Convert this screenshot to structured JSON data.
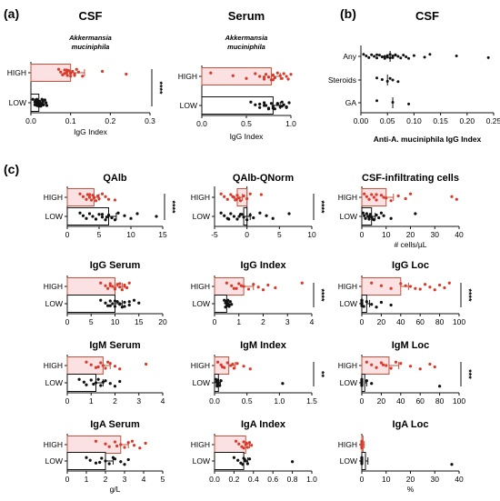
{
  "figure": {
    "panel_a_label": "(a)",
    "panel_b_label": "(b)",
    "panel_c_label": "(c)",
    "colors": {
      "high": "#d93a2b",
      "high_fill": "#fbe1e1",
      "high_edge": "#c94f3a",
      "low": "#111111",
      "axis": "#111111"
    },
    "footer_a_text": "Akkermansia muciniphila"
  },
  "chart_data": [
    {
      "id": "a-csf",
      "type": "bar",
      "title": "CSF",
      "subtitle": "Akkermansia muciniphila",
      "xlabel": "IgG Index",
      "categories": [
        "HIGH",
        "LOW"
      ],
      "xlim": [
        0,
        0.3
      ],
      "xticks": [
        0,
        0.1,
        0.2,
        0.3
      ],
      "xticklabels": [
        "0.0",
        "0.1",
        "0.2",
        "0.3"
      ],
      "values": [
        0.1,
        0.02
      ],
      "errors": [
        0.035,
        0.01
      ],
      "significance": "****",
      "points_high": [
        0.07,
        0.075,
        0.08,
        0.085,
        0.09,
        0.092,
        0.095,
        0.1,
        0.1,
        0.105,
        0.11,
        0.115,
        0.12,
        0.08,
        0.09,
        0.1,
        0.11,
        0.095,
        0.085,
        0.13,
        0.18,
        0.24
      ],
      "points_low": [
        0.005,
        0.01,
        0.01,
        0.012,
        0.015,
        0.015,
        0.018,
        0.02,
        0.02,
        0.022,
        0.025,
        0.028,
        0.03,
        0.032,
        0.035,
        0.038,
        0.04,
        0.012,
        0.018,
        0.025,
        0.03,
        0.02,
        0.015,
        0.022,
        0.028,
        0.035
      ]
    },
    {
      "id": "a-serum",
      "type": "bar",
      "title": "Serum",
      "subtitle": "Akkermansia muciniphila",
      "xlabel": "IgG Index",
      "categories": [
        "HIGH",
        "LOW"
      ],
      "xlim": [
        0,
        1.0
      ],
      "xticks": [
        0,
        0.5,
        1.0
      ],
      "xticklabels": [
        "0.0",
        "0.5",
        "1.0"
      ],
      "values": [
        0.78,
        0.8
      ],
      "errors": [
        0.1,
        0.08
      ],
      "significance": "",
      "points_high": [
        0.1,
        0.35,
        0.5,
        0.6,
        0.65,
        0.7,
        0.72,
        0.75,
        0.78,
        0.8,
        0.82,
        0.85,
        0.88,
        0.9,
        0.92,
        0.95,
        0.97,
        1.0,
        0.7,
        0.8
      ],
      "points_low": [
        0.55,
        0.6,
        0.65,
        0.7,
        0.72,
        0.75,
        0.78,
        0.8,
        0.82,
        0.85,
        0.88,
        0.9,
        0.92,
        0.95,
        0.98,
        0.7,
        0.8,
        0.85,
        0.9,
        0.75,
        0.65,
        0.95
      ]
    },
    {
      "id": "b",
      "type": "scatter",
      "title": "CSF",
      "xlabel": "Anti-A. muciniphila IgG Index",
      "categories": [
        "Any",
        "Steroids",
        "GA"
      ],
      "xlim": [
        0,
        0.25
      ],
      "xticks": [
        0,
        0.05,
        0.1,
        0.15,
        0.2,
        0.25
      ],
      "xticklabels": [
        "0.00",
        "0.05",
        "0.10",
        "0.15",
        "0.20",
        "0.25"
      ],
      "medians": [
        0.055,
        0.05,
        0.06
      ],
      "points": [
        [
          0.005,
          0.01,
          0.015,
          0.02,
          0.025,
          0.03,
          0.035,
          0.04,
          0.045,
          0.05,
          0.05,
          0.055,
          0.06,
          0.06,
          0.065,
          0.07,
          0.075,
          0.08,
          0.085,
          0.09,
          0.1,
          0.12,
          0.13,
          0.18,
          0.24,
          0.03,
          0.045,
          0.055,
          0.065,
          0.04
        ],
        [
          0.03,
          0.04,
          0.05,
          0.055,
          0.06,
          0.07
        ],
        [
          0.03,
          0.06,
          0.09
        ]
      ]
    },
    {
      "id": "c1",
      "type": "bar",
      "title": "QAlb",
      "xlabel": "",
      "categories": [
        "HIGH",
        "LOW"
      ],
      "xlim": [
        0,
        15
      ],
      "xticks": [
        0,
        5,
        10,
        15
      ],
      "xticklabels": [
        "0",
        "5",
        "10",
        "15"
      ],
      "values": [
        4.2,
        6.5
      ],
      "errors": [
        0.8,
        1.2
      ],
      "significance": "****",
      "points_high": [
        2,
        2.5,
        3,
        3.2,
        3.5,
        3.8,
        4,
        4.2,
        4.5,
        4.8,
        5,
        5.5,
        6,
        6.5,
        3.5,
        4.2,
        7.5
      ],
      "points_low": [
        2,
        2.5,
        3,
        3.5,
        4,
        4.5,
        5,
        5.5,
        6,
        6.5,
        7,
        8,
        9,
        10,
        11,
        14,
        4.5,
        5.5,
        6.2,
        7.5
      ]
    },
    {
      "id": "c2",
      "type": "bar",
      "title": "QAlb-QNorm",
      "xlabel": "",
      "categories": [
        "HIGH",
        "LOW"
      ],
      "xlim": [
        -5,
        10
      ],
      "xticks": [
        -5,
        0,
        5,
        10
      ],
      "xticklabels": [
        "-5",
        "0",
        "5",
        "10"
      ],
      "values": [
        -1.5,
        -0.5
      ],
      "errors": [
        0.8,
        1.0
      ],
      "significance": "****",
      "points_high": [
        -4,
        -3.5,
        -3,
        -2.5,
        -2,
        -1.8,
        -1.5,
        -1.2,
        -1,
        -0.5,
        0,
        0.5,
        -2.2,
        -1.6,
        2.2
      ],
      "points_low": [
        -4,
        -3.5,
        -3,
        -2.5,
        -2,
        -1.5,
        -1,
        -0.5,
        0,
        0.5,
        1,
        2,
        3,
        4,
        6.5,
        -1.2,
        -2.8,
        -0.8
      ]
    },
    {
      "id": "c3",
      "type": "bar",
      "title": "CSF-infiltrating cells",
      "xlabel": "# cells/µL",
      "categories": [
        "HIGH",
        "LOW"
      ],
      "xlim": [
        0,
        40
      ],
      "xticks": [
        0,
        10,
        20,
        30,
        40
      ],
      "xticklabels": [
        "0",
        "10",
        "20",
        "30",
        "40"
      ],
      "values": [
        10,
        4
      ],
      "errors": [
        3,
        1.5
      ],
      "significance": "",
      "points_high": [
        1,
        2,
        3,
        4,
        5,
        6,
        8,
        10,
        12,
        15,
        18,
        20,
        37,
        39,
        6,
        9
      ],
      "points_low": [
        0.5,
        1,
        1.5,
        2,
        2.5,
        3,
        3.5,
        4,
        5,
        6,
        7,
        8,
        9,
        12,
        22,
        3,
        4.5
      ]
    },
    {
      "id": "c4",
      "type": "bar",
      "title": "IgG Serum",
      "xlabel": "",
      "categories": [
        "HIGH",
        "LOW"
      ],
      "xlim": [
        0,
        20
      ],
      "xticks": [
        0,
        5,
        10,
        15,
        20
      ],
      "xticklabels": [
        "0",
        "5",
        "10",
        "15",
        "20"
      ],
      "values": [
        10,
        10
      ],
      "errors": [
        1.5,
        1.5
      ],
      "significance": "",
      "points_high": [
        7,
        8,
        8.5,
        9,
        9.5,
        10,
        10.5,
        11,
        11.5,
        12,
        12.5,
        13,
        9,
        10,
        11,
        12
      ],
      "points_low": [
        7,
        8,
        8.5,
        9,
        9.5,
        10,
        10.5,
        11,
        11.5,
        12,
        13,
        14,
        15,
        9,
        10,
        11,
        12,
        13
      ]
    },
    {
      "id": "c5",
      "type": "bar",
      "title": "IgG Index",
      "xlabel": "",
      "categories": [
        "HIGH",
        "LOW"
      ],
      "xlim": [
        0,
        4
      ],
      "xticks": [
        0,
        1,
        2,
        3,
        4
      ],
      "xticklabels": [
        "0",
        "1",
        "2",
        "3",
        "4"
      ],
      "values": [
        1.2,
        0.5
      ],
      "errors": [
        0.4,
        0.1
      ],
      "significance": "****",
      "points_high": [
        0.5,
        0.7,
        0.9,
        1.0,
        1.2,
        1.4,
        1.6,
        1.8,
        2.0,
        2.2,
        2.5,
        3.6,
        1.1,
        0.8
      ],
      "points_low": [
        0.4,
        0.45,
        0.5,
        0.5,
        0.55,
        0.6,
        0.65,
        0.7,
        0.45,
        0.5,
        0.6,
        0.55
      ]
    },
    {
      "id": "c6",
      "type": "bar",
      "title": "IgG Loc",
      "xlabel": "",
      "categories": [
        "HIGH",
        "LOW"
      ],
      "xlim": [
        0,
        100
      ],
      "xticks": [
        0,
        20,
        40,
        60,
        80,
        100
      ],
      "xticklabels": [
        "0",
        "20",
        "40",
        "60",
        "80",
        "100"
      ],
      "values": [
        40,
        5
      ],
      "errors": [
        8,
        3
      ],
      "significance": "****",
      "points_high": [
        10,
        20,
        30,
        40,
        50,
        60,
        65,
        70,
        75,
        80,
        85,
        90,
        45,
        55
      ],
      "points_low": [
        0,
        0,
        0,
        0,
        0,
        2,
        5,
        10,
        15,
        20,
        30,
        0,
        0
      ]
    },
    {
      "id": "c7",
      "type": "bar",
      "title": "IgM Serum",
      "xlabel": "",
      "categories": [
        "HIGH",
        "LOW"
      ],
      "xlim": [
        0,
        4
      ],
      "xticks": [
        0,
        1,
        2,
        3,
        4
      ],
      "xticklabels": [
        "0",
        "1",
        "2",
        "3",
        "4"
      ],
      "values": [
        1.5,
        1.2
      ],
      "errors": [
        0.3,
        0.3
      ],
      "significance": "",
      "points_high": [
        0.8,
        1.0,
        1.2,
        1.4,
        1.5,
        1.6,
        1.8,
        2.0,
        2.2,
        3.3,
        1.3,
        1.7
      ],
      "points_low": [
        0.5,
        0.7,
        0.8,
        1.0,
        1.2,
        1.4,
        1.6,
        1.8,
        2.0,
        2.2,
        1.1,
        1.3,
        1.5
      ]
    },
    {
      "id": "c8",
      "type": "bar",
      "title": "IgM Index",
      "xlabel": "",
      "categories": [
        "HIGH",
        "LOW"
      ],
      "xlim": [
        0,
        1.5
      ],
      "xticks": [
        0,
        0.5,
        1.0,
        1.5
      ],
      "xticklabels": [
        "0.0",
        "0.5",
        "1.0",
        "1.5"
      ],
      "values": [
        0.22,
        0.06
      ],
      "errors": [
        0.1,
        0.03
      ],
      "significance": "**",
      "points_high": [
        0.05,
        0.1,
        0.15,
        0.2,
        0.25,
        0.3,
        0.35,
        0.45,
        0.55,
        0.28,
        0.12
      ],
      "points_low": [
        0.02,
        0.03,
        0.04,
        0.05,
        0.06,
        0.08,
        0.1,
        1.05,
        0.04,
        0.05
      ]
    },
    {
      "id": "c9",
      "type": "bar",
      "title": "IgM Loc",
      "xlabel": "",
      "categories": [
        "HIGH",
        "LOW"
      ],
      "xlim": [
        0,
        100
      ],
      "xticks": [
        0,
        20,
        40,
        60,
        80,
        100
      ],
      "xticklabels": [
        "0",
        "20",
        "40",
        "60",
        "80",
        "100"
      ],
      "values": [
        28,
        3
      ],
      "errors": [
        10,
        2
      ],
      "significance": "***",
      "points_high": [
        5,
        10,
        15,
        20,
        25,
        30,
        40,
        50,
        60,
        70,
        75,
        35,
        22
      ],
      "points_low": [
        0,
        0,
        0,
        0,
        0,
        0,
        5,
        10,
        80,
        0,
        0
      ]
    },
    {
      "id": "c10",
      "type": "bar",
      "title": "IgA Serum",
      "xlabel": "g/L",
      "categories": [
        "HIGH",
        "LOW"
      ],
      "xlim": [
        0,
        5
      ],
      "xticks": [
        0,
        1,
        2,
        3,
        4,
        5
      ],
      "xticklabels": [
        "0",
        "1",
        "2",
        "3",
        "4",
        "5"
      ],
      "values": [
        2.8,
        2.0
      ],
      "errors": [
        0.4,
        0.4
      ],
      "significance": "",
      "points_high": [
        1.5,
        2.0,
        2.2,
        2.5,
        2.8,
        3.0,
        3.2,
        3.5,
        3.8,
        4.1,
        2.6,
        3.4
      ],
      "points_low": [
        1.0,
        1.2,
        1.5,
        1.8,
        2.0,
        2.2,
        2.5,
        2.8,
        3.0,
        3.2,
        1.7,
        2.4
      ]
    },
    {
      "id": "c11",
      "type": "bar",
      "title": "IgA Index",
      "xlabel": "",
      "categories": [
        "HIGH",
        "LOW"
      ],
      "xlim": [
        0,
        1.0
      ],
      "xticks": [
        0,
        0.2,
        0.4,
        0.6,
        0.8,
        1.0
      ],
      "xticklabels": [
        "0.0",
        "0.2",
        "0.4",
        "0.6",
        "0.8",
        "1.0"
      ],
      "values": [
        0.32,
        0.3
      ],
      "errors": [
        0.04,
        0.04
      ],
      "significance": "",
      "points_high": [
        0.22,
        0.25,
        0.28,
        0.3,
        0.32,
        0.34,
        0.36,
        0.38,
        0.3,
        0.33
      ],
      "points_low": [
        0.2,
        0.24,
        0.27,
        0.3,
        0.32,
        0.34,
        0.36,
        0.8,
        0.29,
        0.31
      ]
    },
    {
      "id": "c12",
      "type": "bar",
      "title": "IgA Loc",
      "xlabel": "%",
      "categories": [
        "HIGH",
        "LOW"
      ],
      "xlim": [
        0,
        40
      ],
      "xticks": [
        0,
        10,
        20,
        30,
        40
      ],
      "xticklabels": [
        "0",
        "10",
        "20",
        "30",
        "40"
      ],
      "values": [
        0.5,
        1.5
      ],
      "errors": [
        0.5,
        1
      ],
      "significance": "",
      "points_high": [
        0,
        0,
        0,
        0,
        0,
        0,
        0,
        0,
        0
      ],
      "points_low": [
        0,
        0,
        0,
        0,
        0,
        0,
        0,
        0,
        37
      ]
    }
  ]
}
